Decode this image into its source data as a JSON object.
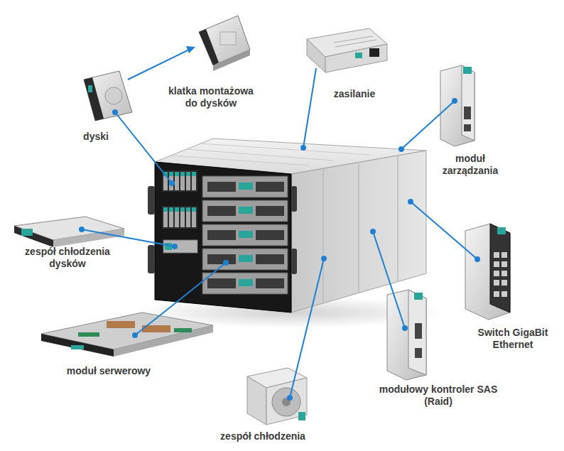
{
  "diagram": {
    "labels": [
      "klatka montażowa do dysków",
      "zasilanie",
      "dyski",
      "moduł zarządzania",
      "zespół chłodzenia dysków",
      "Switch GigaBit Ethernet",
      "moduł serwerowy",
      "modułowy kontroler SAS (Raid)",
      "zespół chłodzenia"
    ]
  }
}
